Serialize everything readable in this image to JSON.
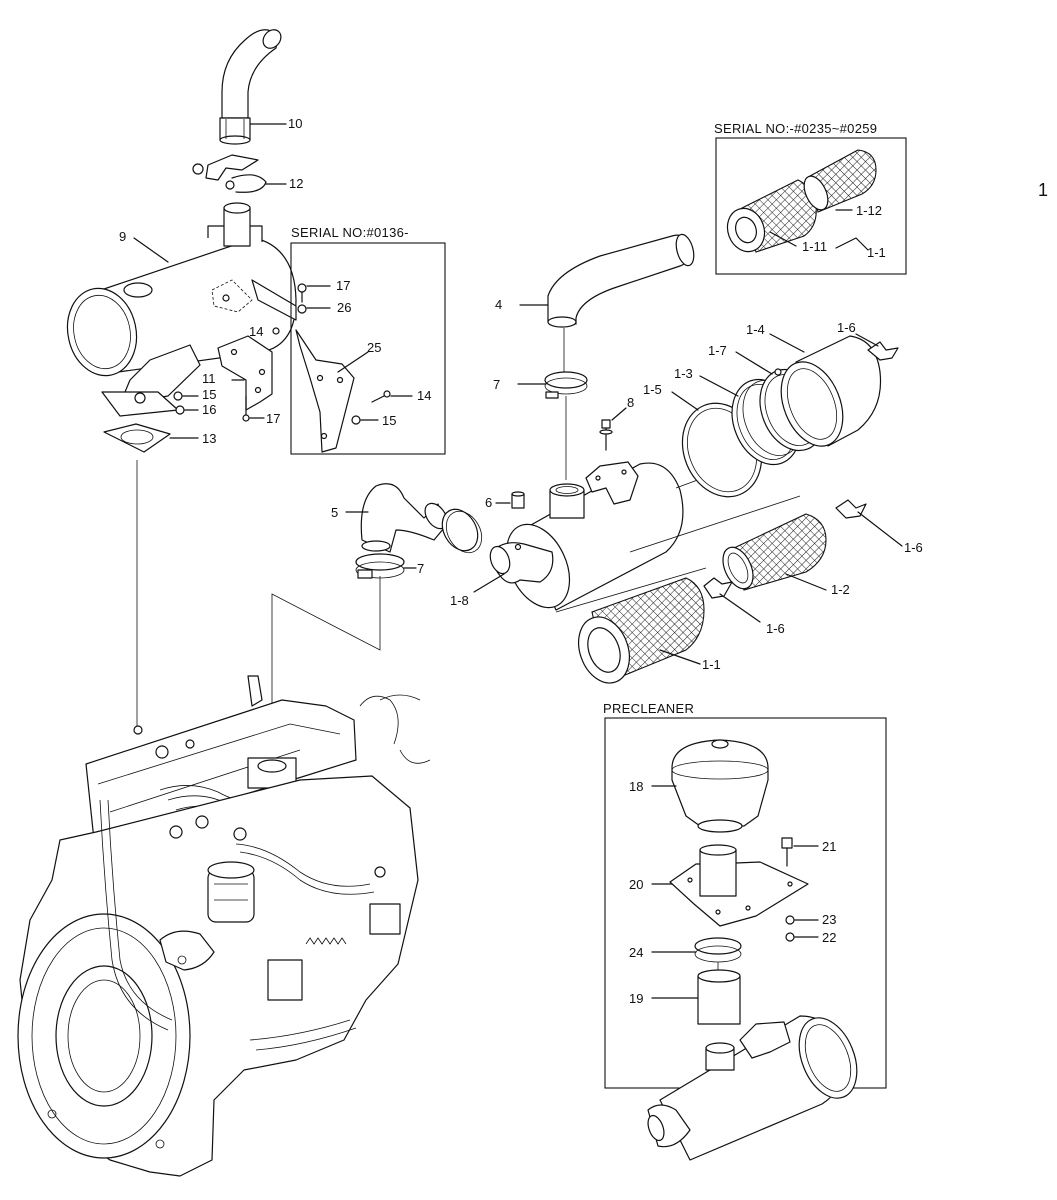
{
  "page_number": "1",
  "boxes": {
    "serial_top_right": "SERIAL NO:-#0235~#0259",
    "serial_mid": "SERIAL NO:#0136-",
    "precleaner": "PRECLEANER"
  },
  "labels": {
    "p10": "10",
    "p12": "12",
    "p9": "9",
    "p17a": "17",
    "p26": "26",
    "p14a": "14",
    "p25": "25",
    "p11": "11",
    "p15a": "15",
    "p16": "16",
    "p17b": "17",
    "p14b": "14",
    "p15b": "15",
    "p13": "13",
    "p4": "4",
    "p7a": "7",
    "p8": "8",
    "p1_4": "1-4",
    "p1_6a": "1-6",
    "p1_7": "1-7",
    "p1_3": "1-3",
    "p1_5": "1-5",
    "p1_12": "1-12",
    "p1_11": "1-11",
    "p1_1a": "1-1",
    "p5": "5",
    "p6": "6",
    "p7b": "7",
    "p1_8": "1-8",
    "p1_6b": "1-6",
    "p1_2": "1-2",
    "p1_6c": "1-6",
    "p1_1b": "1-1",
    "p18": "18",
    "p21": "21",
    "p20": "20",
    "p23": "23",
    "p22": "22",
    "p24": "24",
    "p19": "19"
  }
}
